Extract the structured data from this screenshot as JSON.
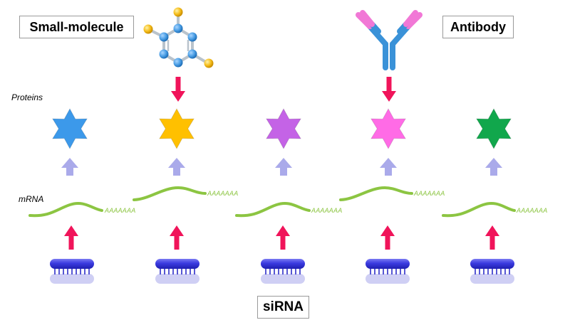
{
  "labels": {
    "small_molecule": "Small-molecule",
    "antibody": "Antibody",
    "sirna": "siRNA",
    "proteins": "Proteins",
    "mrna": "mRNA"
  },
  "poly_a": "AAAAAAA",
  "colors": {
    "protein_1": "#3c99ea",
    "protein_2": "#ffc000",
    "protein_3": "#c463e6",
    "protein_4": "#ff6be6",
    "protein_5": "#11a74c",
    "mrna": "#8cc542",
    "inhibition_arrow": "#f0145a",
    "expression_arrow": "#aaaaea",
    "sirna_strand": "#3a3ae0",
    "sirna_partner": "#cfcff4",
    "atom_blue": "#4a9ee5",
    "atom_yellow": "#f5bd1a",
    "antibody_blue": "#3a92d8",
    "antibody_pink": "#f178d6"
  },
  "icons": [
    "small-molecule-icon",
    "antibody-icon",
    "protein-star-icon",
    "sirna-duplex-icon"
  ]
}
